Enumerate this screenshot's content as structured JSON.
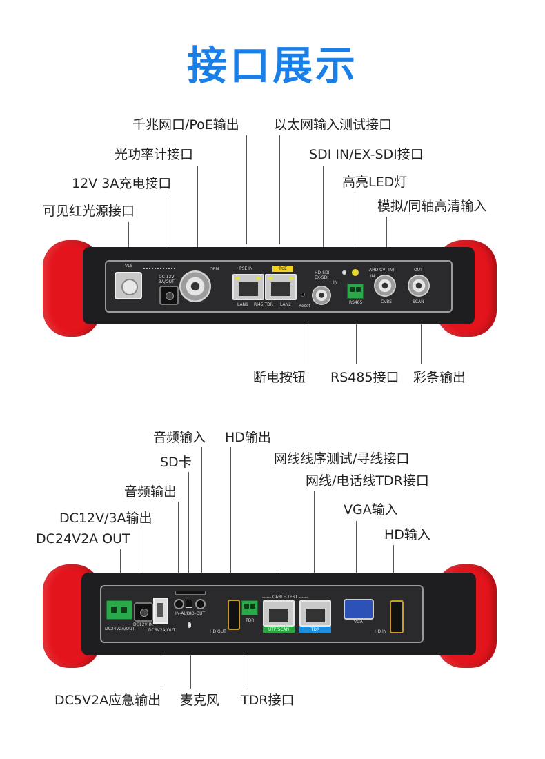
{
  "title": "接口展示",
  "top": {
    "labels": {
      "gigabit": "千兆网口/PoE输出",
      "ethernet_in": "以太网输入测试接口",
      "opm": "光功率计接口",
      "sdi": "SDI IN/EX-SDI接口",
      "charge": "12V 3A充电接口",
      "led": "高亮LED灯",
      "analog": "模拟/同轴高清输入",
      "vls": "可见红光源接口",
      "reset": "断电按钮",
      "rs485": "RS485接口",
      "colorbar": "彩条输出"
    },
    "panel": {
      "vls": "VLS",
      "dc": "DC 12V 3A/OUT",
      "opm": "OPM",
      "pse": "PSE IN",
      "poe": "PoE",
      "lan1": "LAN1",
      "rj45tdr": "RJ45 TDR",
      "lan2": "LAN2",
      "reset": "Reset",
      "hdsdi": "HD-SDI",
      "exsdi": "EX-SDI",
      "in": "IN",
      "rs485": "RS485",
      "ahd": "AHD CVI TVI",
      "in2": "IN",
      "cvbs": "CVBS",
      "out": "OUT",
      "scan": "SCAN"
    }
  },
  "bottom": {
    "labels": {
      "audio_in": "音频输入",
      "hd_out": "HD输出",
      "sd": "SD卡",
      "cable_test": "网线线序测试/寻线接口",
      "audio_out": "音频输出",
      "tdr_phone": "网线/电话线TDR接口",
      "dc12": "DC12V/3A输出",
      "vga": "VGA输入",
      "dc24": "DC24V2A OUT",
      "hd_in": "HD输入",
      "dc5": "DC5V2A应急输出",
      "mic": "麦克风",
      "tdr": "TDR接口"
    },
    "panel": {
      "dc24": "DC24V2A/OUT",
      "dc12": "DC12V IN",
      "dc5": "DC5V2A/OUT",
      "inaudio": "IN-AUDIO-OUT",
      "hdout": "HD OUT",
      "tdr": "TDR",
      "cabletest": "------ CABLE TEST ------",
      "utp": "UTP/SCAN",
      "tdr2": "TDR",
      "vga": "VGA",
      "hdin": "HD IN"
    }
  },
  "colors": {
    "title": "#1a7fe6",
    "bumper": "#e4141c",
    "body": "#1e1e20"
  }
}
